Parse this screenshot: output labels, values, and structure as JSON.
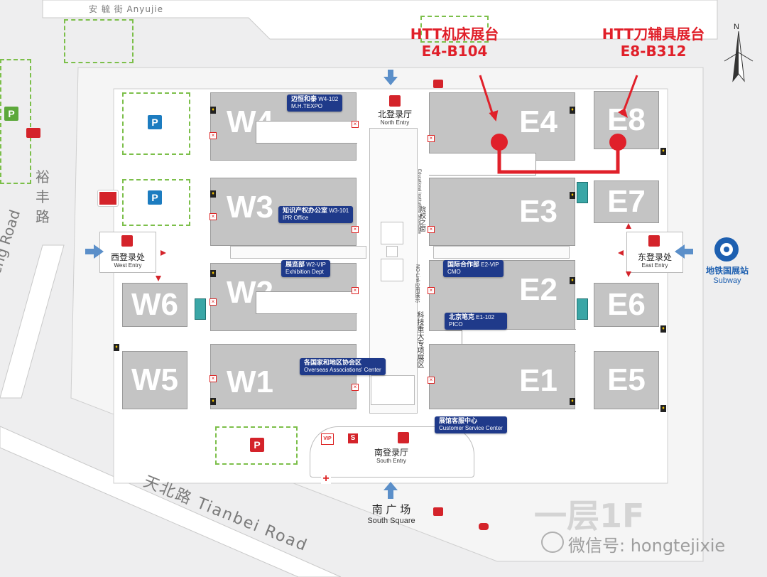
{
  "roads": {
    "north": "安 毓 街 Anyujie",
    "west_zh": "裕丰路",
    "west_en": "Yufeng Road",
    "south": "天北路 Tianbei Road"
  },
  "halls": {
    "W4": "W4",
    "W3": "W3",
    "W2": "W2",
    "W1": "W1",
    "W5": "W5",
    "W6": "W6",
    "E4": "E4",
    "E3": "E3",
    "E2": "E2",
    "E1": "E1",
    "E5": "E5",
    "E6": "E6",
    "E7": "E7",
    "E8": "E8"
  },
  "entries": {
    "north_zh": "北登录厅",
    "north_en": "North Entry",
    "west_zh": "西登录处",
    "west_en": "West Entry",
    "east_zh": "东登录处",
    "east_en": "East Entry",
    "south_zh": "南登录厅",
    "south_en": "South Entry",
    "square_zh": "南 广 场",
    "square_en": "South Square"
  },
  "labels": {
    "w4_zh": "迈恒和泰",
    "w4_code": " W4-102",
    "w4_en": "M.H.TEXPO",
    "w3_zh": "知识产权办公室",
    "w3_code": " W3-101",
    "w3_en": "IPR Office",
    "w2_zh": "展览部",
    "w2_code": " W2-VIP",
    "w2_en": "Exhibition Dept",
    "e2_zh": "国际合作部",
    "e2_code": " E2-VIP",
    "e2_en": "CMO",
    "e1_zh": "北京笔克",
    "e1_code": " E1-102",
    "e1_en": "PICO",
    "oversea_zh": "各国家和地区协会区",
    "oversea_en": "Overseas Associations' Center",
    "service_zh": "展馆客服中心",
    "service_en": "Customer Service Center"
  },
  "corridor": {
    "edu": "Educational Institutions Showcase",
    "edu_zh": "院校之窗",
    "nolink": "NO-Link应用展示",
    "tech": "科技重大专项展区"
  },
  "booths": {
    "htt1_line1": "HTT机床展台",
    "htt1_line2": "E4-B104",
    "htt2_line1": "HTT刀辅具展台",
    "htt2_line2": "E8-B312"
  },
  "subway": {
    "zh": "地铁国展站",
    "en": "Subway"
  },
  "compass": "N",
  "floor": "一层1F",
  "wechat": "微信号: hongtejixie",
  "parking": {
    "p": "P",
    "s": "S",
    "vip": "VIP"
  },
  "colors": {
    "accent_red": "#e0202a",
    "navy": "#1f3a8a",
    "hall_gray": "#c4c4c4",
    "arrow_blue": "#5b8fc9"
  }
}
